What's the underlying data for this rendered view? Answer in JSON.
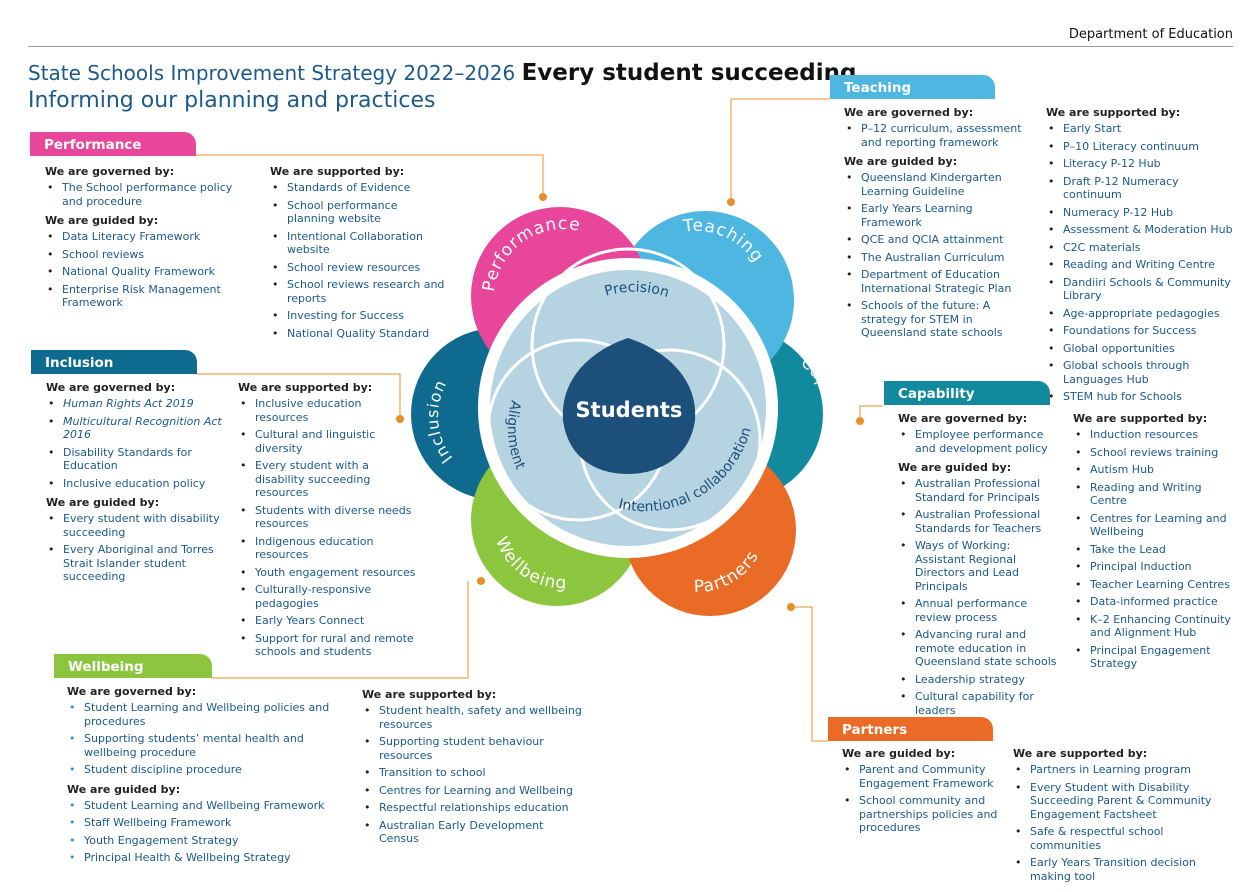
{
  "header": {
    "department": "Department of Education",
    "title_light": "State Schools Improvement Strategy 2022–2026",
    "title_bold": "Every student succeeding",
    "subtitle": "Informing our planning and practices"
  },
  "colors": {
    "performance": "#e8469a",
    "teaching": "#4db7e2",
    "capability": "#128a9e",
    "partners": "#e96b25",
    "wellbeing": "#8cc63f",
    "inclusion": "#0e6b8f",
    "core": "#1d4f7b",
    "ring": "#b6d3e2",
    "connector": "#e88f2a"
  },
  "diagram": {
    "center": "Students",
    "inner": [
      "Precision",
      "Alignment",
      "Intentional collaboration"
    ],
    "petals": [
      "Performance",
      "Teaching",
      "Capability",
      "Partners",
      "Wellbeing",
      "Inclusion"
    ]
  },
  "panels": {
    "performance": {
      "tab": "Performance",
      "governed_hd": "We are governed by:",
      "governed": [
        "The School performance policy and procedure"
      ],
      "guided_hd": "We are guided by:",
      "guided": [
        "Data Literacy Framework",
        "School reviews",
        "National Quality Framework",
        "Enterprise Risk Management Framework"
      ],
      "supported_hd": "We are supported by:",
      "supported": [
        "Standards of Evidence",
        "School performance planning website",
        "Intentional Collaboration website",
        "School review resources",
        "School reviews research and reports",
        "Investing for Success",
        "National Quality Standard"
      ]
    },
    "teaching": {
      "tab": "Teaching",
      "governed_hd": "We are governed by:",
      "governed": [
        "P–12 curriculum, assessment and reporting framework"
      ],
      "guided_hd": "We are guided by:",
      "guided": [
        "Queensland Kindergarten Learning Guideline",
        "Early Years Learning Framework",
        "QCE and QCIA attainment",
        "The Australian Curriculum",
        "Department of Education International Strategic Plan",
        "Schools of the future: A strategy for STEM in Queensland state schools"
      ],
      "supported_hd": "We are supported by:",
      "supported": [
        "Early Start",
        "P–10 Literacy continuum",
        "Literacy P-12 Hub",
        "Draft P-12 Numeracy continuum",
        "Numeracy P-12 Hub",
        "Assessment & Moderation Hub",
        "C2C materials",
        "Reading and Writing Centre",
        "Dandiiri Schools & Community Library",
        "Age-appropriate pedagogies",
        "Foundations for Success",
        "Global opportunities",
        "Global schools through Languages Hub",
        "STEM hub for Schools"
      ]
    },
    "inclusion": {
      "tab": "Inclusion",
      "governed_hd": "We are governed by:",
      "governed": [
        "Human Rights Act 2019",
        "Multicultural Recognition Act 2016",
        "Disability Standards for Education",
        "Inclusive education policy"
      ],
      "guided_hd": "We are guided by:",
      "guided": [
        "Every student with disability succeeding",
        "Every Aboriginal and Torres Strait Islander student succeeding"
      ],
      "supported_hd": "We are supported by:",
      "supported": [
        "Inclusive education resources",
        "Cultural and linguistic diversity",
        "Every student with a disability succeeding resources",
        "Students with diverse needs resources",
        "Indigenous education resources",
        "Youth engagement resources",
        "Culturally-responsive pedagogies",
        "Early Years Connect",
        "Support for rural and remote schools and students"
      ]
    },
    "capability": {
      "tab": "Capability",
      "governed_hd": "We are governed by:",
      "governed": [
        "Employee performance and development policy"
      ],
      "guided_hd": "We are guided by:",
      "guided": [
        "Australian Professional Standard for Principals",
        "Australian Professional Standards for Teachers",
        "Ways of Working: Assistant Regional Directors and Lead Principals",
        "Annual performance review process",
        "Advancing rural and remote education in Queensland state schools",
        "Leadership strategy",
        "Cultural capability for leaders"
      ],
      "supported_hd": "We are supported by:",
      "supported": [
        "Induction resources",
        "School reviews training",
        "Autism Hub",
        "Reading and Writing Centre",
        "Centres for Learning and Wellbeing",
        "Take the Lead",
        "Principal Induction",
        "Teacher Learning Centres",
        "Data-informed practice",
        "K–2 Enhancing Continuity and Alignment Hub",
        "Principal Engagement Strategy"
      ]
    },
    "wellbeing": {
      "tab": "Wellbeing",
      "governed_hd": "We are governed by:",
      "governed": [
        "Student Learning and Wellbeing policies and procedures",
        "Supporting students’ mental health and wellbeing procedure",
        "Student discipline procedure"
      ],
      "guided_hd": "We are guided by:",
      "guided": [
        "Student Learning and Wellbeing Framework",
        "Staff Wellbeing Framework",
        "Youth Engagement Strategy",
        "Principal Health & Wellbeing Strategy"
      ],
      "supported_hd": "We are supported by:",
      "supported": [
        "Student health, safety and wellbeing resources",
        "Supporting student behaviour resources",
        "Transition to school",
        "Centres for Learning and Wellbeing",
        "Respectful relationships education",
        "Australian Early Development Census"
      ]
    },
    "partners": {
      "tab": "Partners",
      "guided_hd": "We are guided by:",
      "guided": [
        "Parent and Community Engagement Framework",
        "School community and partnerships policies and procedures"
      ],
      "supported_hd": "We are supported by:",
      "supported": [
        "Partners in Learning program",
        "Every Student with Disability Succeeding Parent & Community Engagement Factsheet",
        "Safe & respectful school communities",
        "Early Years Transition decision making tool"
      ]
    }
  }
}
